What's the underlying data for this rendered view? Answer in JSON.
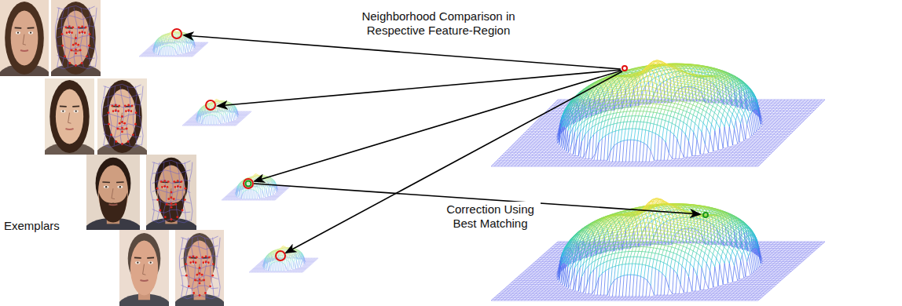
{
  "diagram": {
    "labels": [
      "Neighborhood Comparison in Respective Feature-Region",
      "Correction Using Best Matching",
      "Exemplars"
    ]
  }
}
